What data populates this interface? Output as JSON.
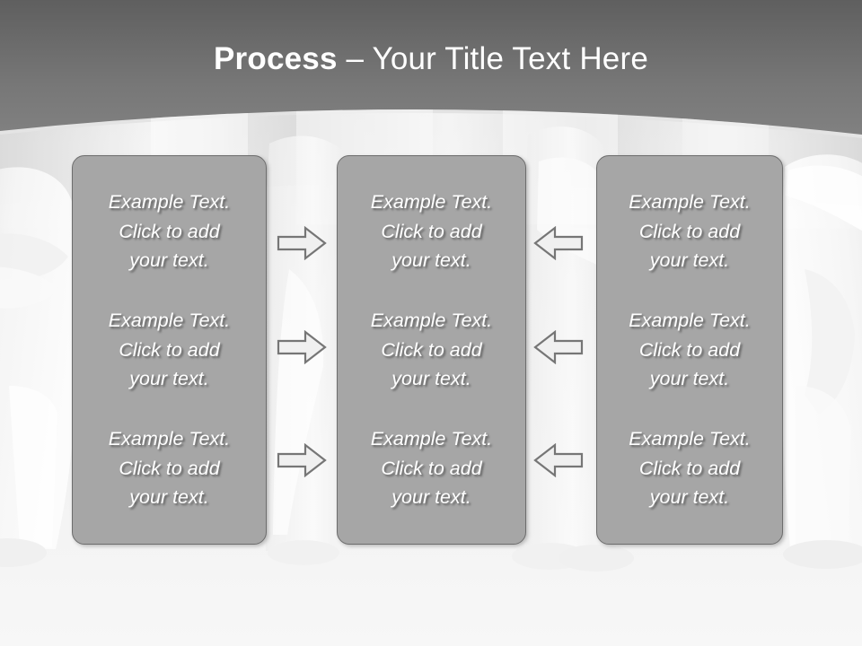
{
  "slide": {
    "title_bold": "Process",
    "title_rest": " – Your Title Text Here",
    "background_top_color": "#6e6e6e",
    "background_bottom_color": "#f4f4f4",
    "box_fill_color": "#a6a6a6",
    "box_border_color": "#6d6d6d",
    "text_color": "#ffffff"
  },
  "columns": [
    {
      "name": "column-left",
      "items": [
        {
          "line1": "Example Text.",
          "line2": "Click  to add",
          "line3": "your text."
        },
        {
          "line1": "Example Text.",
          "line2": "Click  to add",
          "line3": "your text."
        },
        {
          "line1": "Example Text.",
          "line2": "Click  to add",
          "line3": "your text."
        }
      ]
    },
    {
      "name": "column-middle",
      "items": [
        {
          "line1": "Example Text.",
          "line2": "Click  to add",
          "line3": "your text."
        },
        {
          "line1": "Example Text.",
          "line2": "Click  to add",
          "line3": "your text."
        },
        {
          "line1": "Example Text.",
          "line2": "Click  to add",
          "line3": "your text."
        }
      ]
    },
    {
      "name": "column-right",
      "items": [
        {
          "line1": "Example Text.",
          "line2": "Click  to add",
          "line3": "your text."
        },
        {
          "line1": "Example Text.",
          "line2": "Click  to add",
          "line3": "your text."
        },
        {
          "line1": "Example Text.",
          "line2": "Click  to add",
          "line3": "your text."
        }
      ]
    }
  ],
  "connectors": {
    "left_group_direction": "right",
    "right_group_direction": "left",
    "count_per_group": 3,
    "fill_color": "#f0f0f0",
    "stroke_color": "#767676"
  }
}
